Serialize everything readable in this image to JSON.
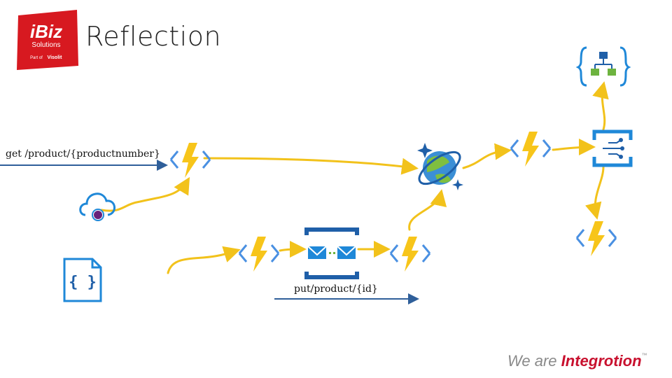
{
  "header": {
    "title": "Reflection",
    "logo": {
      "brand": "iBiz",
      "sub": "Solutions",
      "part_of_prefix": "Part of",
      "part_of_name": "Visolit",
      "color": "#d71920"
    }
  },
  "labels": {
    "get_route": "get /product/{productnumber}",
    "put_route": "put/product/{id}"
  },
  "footer": {
    "tagline_we_are": "We are",
    "tagline_integration": "Integrotion",
    "tagline_mark": "™"
  },
  "icons": [
    "function-icon",
    "cosmos-db-icon",
    "event-grid-icon",
    "logic-app-icon",
    "api-management-icon",
    "json-file-icon",
    "service-bus-queue-icon"
  ],
  "colors": {
    "connector": "#f2c21b",
    "function_bolt": "#f7c51a",
    "function_brackets": "#4a90e2",
    "azure_blue": "#0078d4",
    "route_line": "#2f5f9a"
  }
}
